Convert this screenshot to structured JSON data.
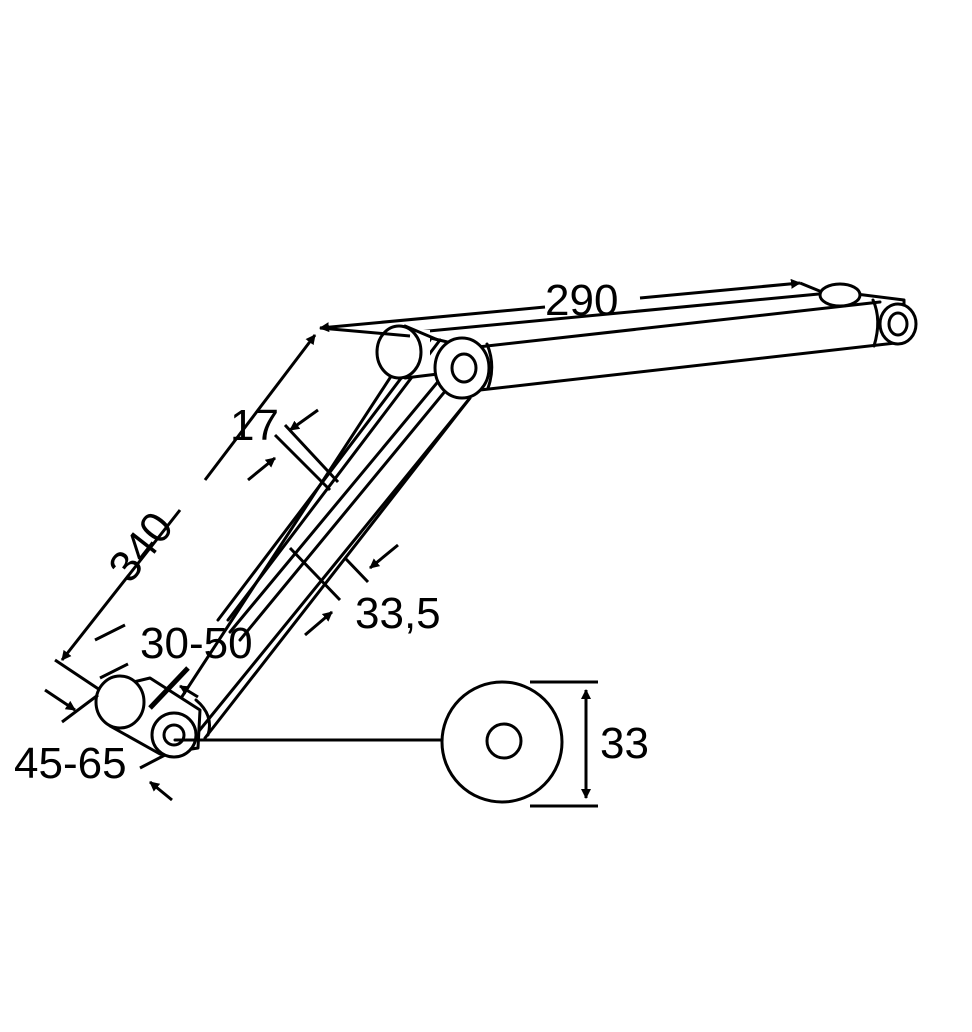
{
  "dimensions": {
    "upper_arm_length": "290",
    "lower_arm_length": "340",
    "arm_thickness": "17",
    "arm_width": "33,5",
    "mount_offset": "30-50",
    "mount_range": "45-65",
    "roller_diameter": "33"
  },
  "colors": {
    "line": "#000000",
    "fill": "#ffffff"
  }
}
